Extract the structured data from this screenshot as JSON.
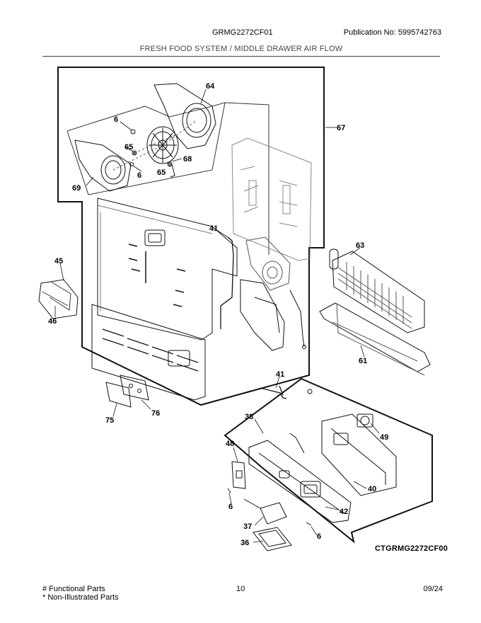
{
  "header": {
    "model": "GRMG2272CF01",
    "publication": "Publication No:  5995742763",
    "section_title": "FRESH FOOD SYSTEM / MIDDLE DRAWER AIR FLOW"
  },
  "callouts": {
    "c64": "64",
    "c6a": "6",
    "c65a": "65",
    "c68": "68",
    "c6b": "6",
    "c65b": "65",
    "c69": "69",
    "c67": "67",
    "c41a": "41",
    "c45": "45",
    "c46": "46",
    "c63": "63",
    "c61": "61",
    "c41b": "41",
    "c75": "75",
    "c76": "76",
    "c38": "38",
    "c49": "49",
    "c48": "48",
    "c40": "40",
    "c6c": "6",
    "c42": "42",
    "c37": "37",
    "c6d": "6",
    "c36": "36"
  },
  "reference_code": "CTGRMG2272CF00",
  "footer": {
    "functional": "# Functional Parts",
    "non_illustrated": "* Non-Illustrated Parts",
    "page_number": "10",
    "date": "09/24"
  }
}
